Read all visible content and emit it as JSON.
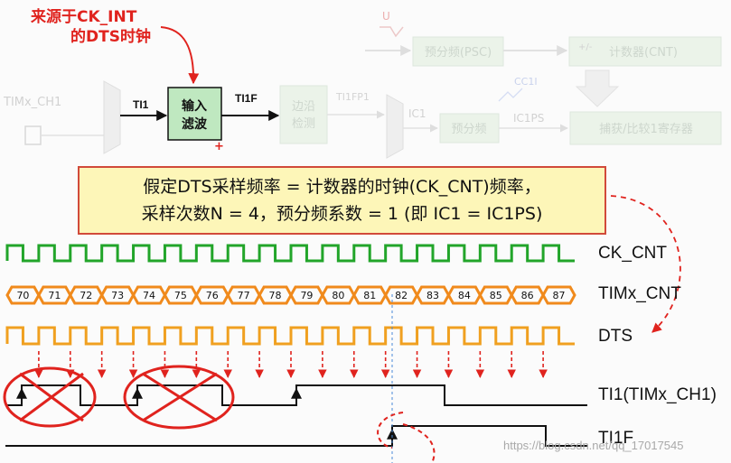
{
  "source_note": {
    "line1": "来源于CK_INT",
    "line2": "的DTS时钟"
  },
  "block_diagram": {
    "input_pin": "TIMx_CH1",
    "signal_ti1": "TI1",
    "filter_label_1": "输入",
    "filter_label_2": "滤波",
    "signal_ti1f": "TI1F",
    "edge_detect_1": "边沿",
    "edge_detect_2": "检测",
    "signal_ti1fp1": "TI1FP1",
    "signal_ic1": "IC1",
    "prescaler": "预分频",
    "signal_ic1ps": "IC1PS",
    "capture_register": "捕获/比较1寄存器",
    "psc": "预分频(PSC)",
    "cnt": "计数器(CNT)",
    "cc1i": "CC1I",
    "u_label": "U",
    "plus_minus": "+/-",
    "plus": "+"
  },
  "assumption": {
    "line1": "假定DTS采样频率 = 计数器的时钟(CK_CNT)频率，",
    "line2": "采样次数N = 4，预分频系数 = 1 (即 IC1 = IC1PS)"
  },
  "timing": {
    "signals": [
      "CK_CNT",
      "TIMx_CNT",
      "DTS",
      "TI1(TIMx_CH1)",
      "TI1F"
    ],
    "counter_values": [
      "70",
      "71",
      "72",
      "73",
      "74",
      "75",
      "76",
      "77",
      "78",
      "79",
      "80",
      "81",
      "82",
      "83",
      "84",
      "85",
      "86",
      "87"
    ]
  },
  "colors": {
    "clock": "#22a52a",
    "counter_fill": "#f08a1c",
    "counter_outline": "#3a6ad0",
    "dts": "#f0a020",
    "red": "#e0231e",
    "dark": "#111111"
  },
  "watermark": "https://blog.csdn.net/qq_17017545"
}
